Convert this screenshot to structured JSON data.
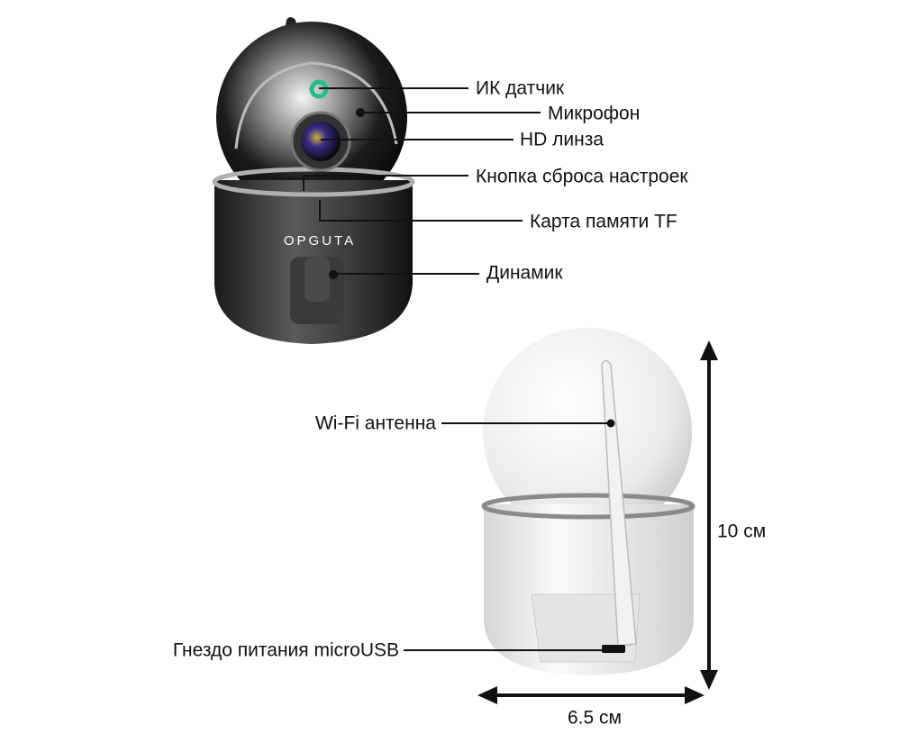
{
  "front_labels": {
    "ir_sensor": "ИК датчик",
    "microphone": "Микрофон",
    "hd_lens": "HD линза",
    "reset_button": "Кнопка сброса настроек",
    "tf_card": "Карта памяти TF",
    "speaker": "Динамик"
  },
  "back_labels": {
    "wifi_antenna": "Wi-Fi антенна",
    "power_socket": "Гнездо питания microUSB"
  },
  "dimensions": {
    "height": "10 см",
    "width": "6.5 см"
  },
  "brand_logo": "OPGUTA",
  "colors": {
    "front_body": "#2a2a2c",
    "back_body": "#ececec",
    "ir_led": "#1fbf8a"
  }
}
